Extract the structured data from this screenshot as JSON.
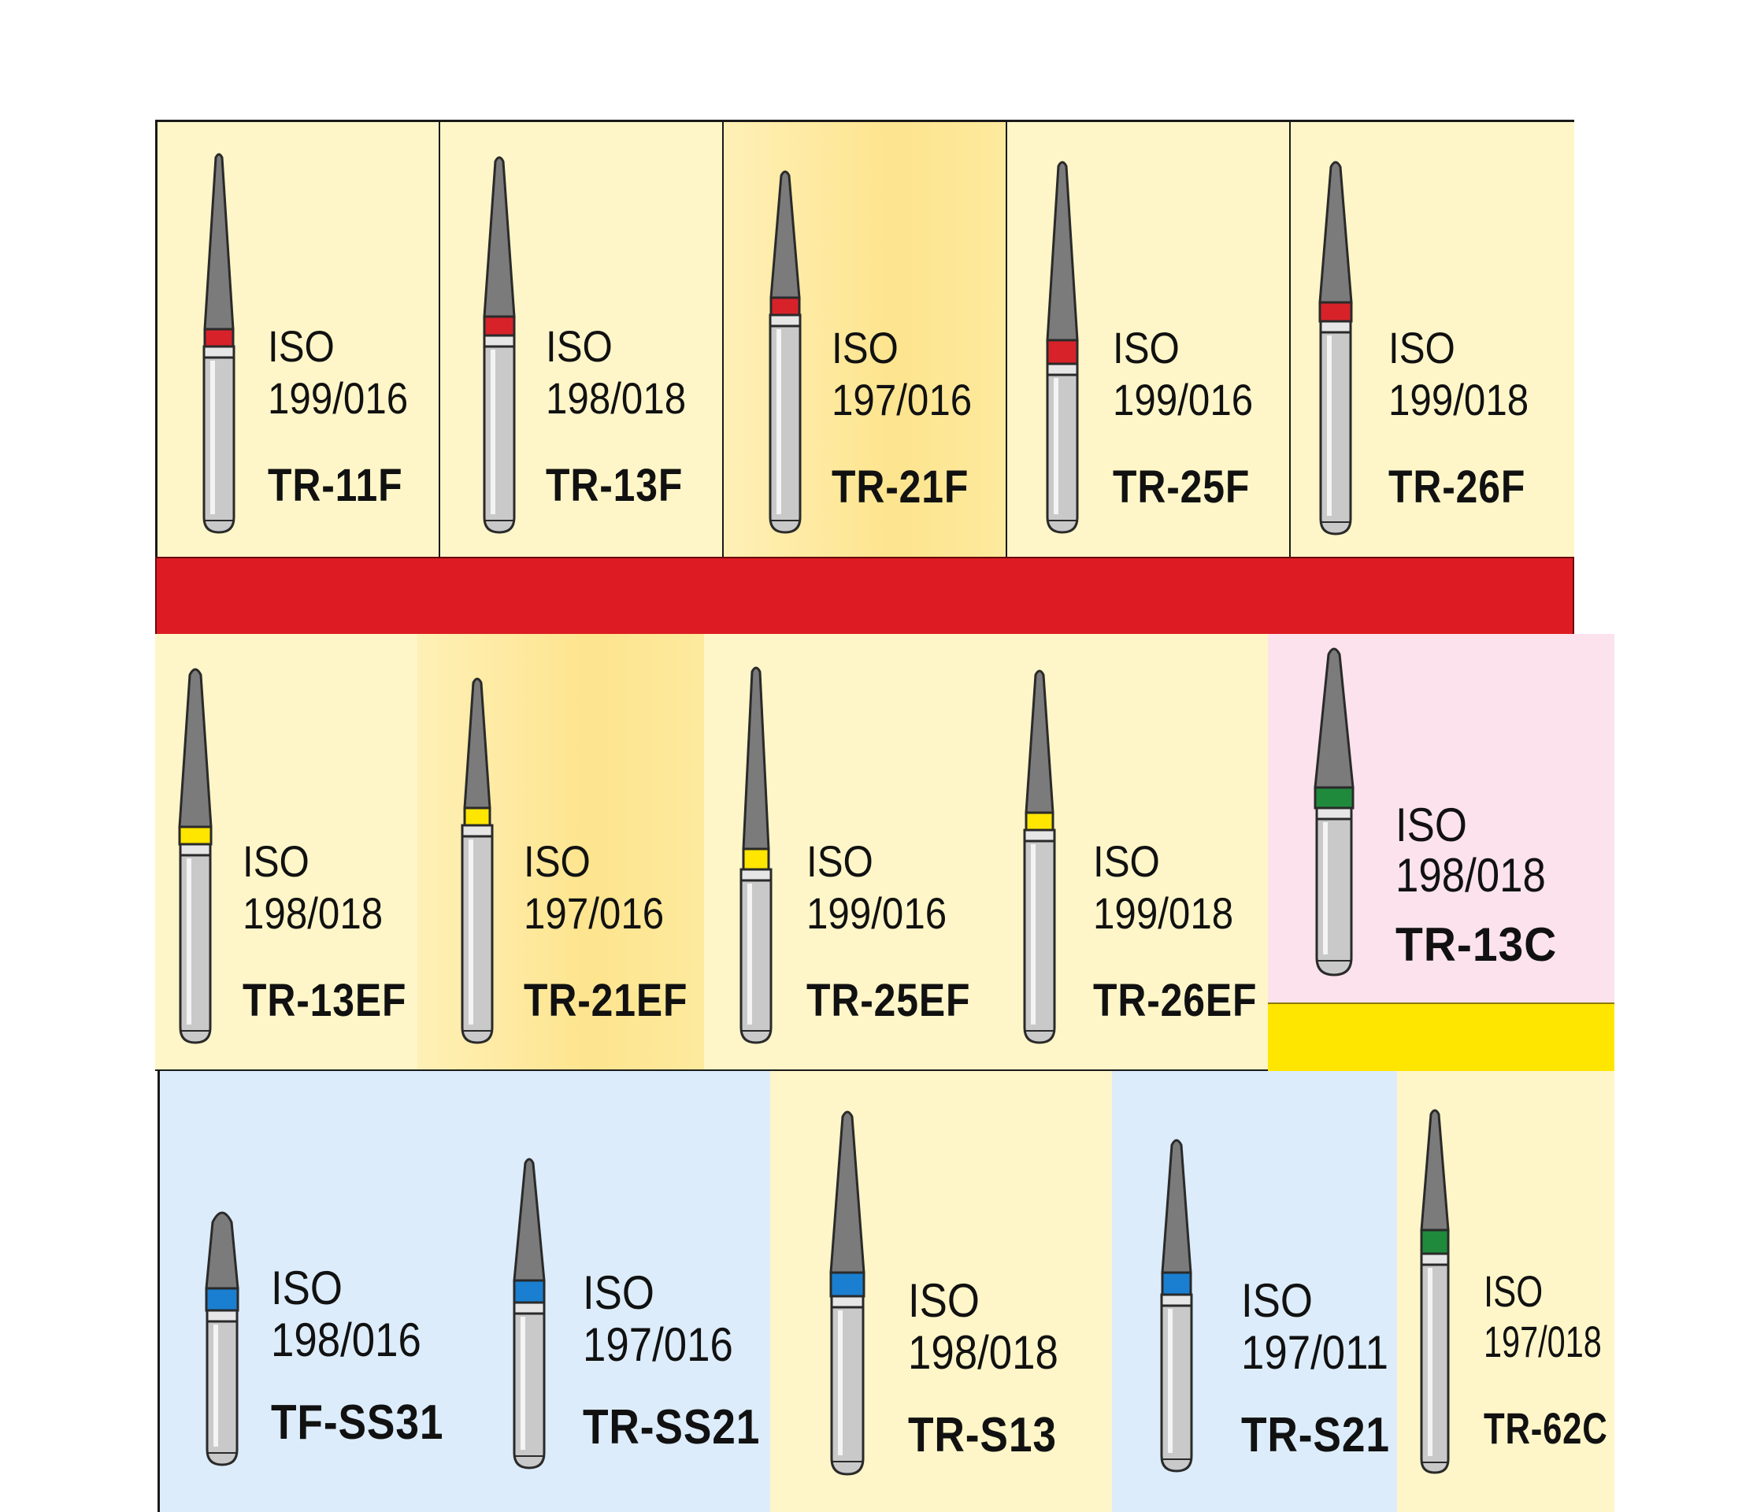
{
  "colors": {
    "panel_yellow": "#fef6c8",
    "panel_gold": "#fde79a",
    "panel_blue": "#dcecfa",
    "panel_pink": "#fbe2ec",
    "band_red": "#dc1c22",
    "band_yellow": "#ffe600",
    "bur_head": "#7b7b7b",
    "bur_shank": "#c9c9c9",
    "ring_red": "#d8222a",
    "ring_yellow": "#ffe600",
    "ring_green": "#1f8a3c",
    "ring_blue": "#1a7fd0"
  },
  "rows": [
    {
      "band": "red",
      "items": [
        {
          "iso_label": "ISO",
          "iso_number": "199/016",
          "code": "TR-11F",
          "ring": "red"
        },
        {
          "iso_label": "ISO",
          "iso_number": "198/018",
          "code": "TR-13F",
          "ring": "red"
        },
        {
          "iso_label": "ISO",
          "iso_number": "197/016",
          "code": "TR-21F",
          "ring": "red"
        },
        {
          "iso_label": "ISO",
          "iso_number": "199/016",
          "code": "TR-25F",
          "ring": "red"
        },
        {
          "iso_label": "ISO",
          "iso_number": "199/018",
          "code": "TR-26F",
          "ring": "red"
        }
      ]
    },
    {
      "band": "yellow",
      "items": [
        {
          "iso_label": "ISO",
          "iso_number": "198/018",
          "code": "TR-13EF",
          "ring": "yellow"
        },
        {
          "iso_label": "ISO",
          "iso_number": "197/016",
          "code": "TR-21EF",
          "ring": "yellow"
        },
        {
          "iso_label": "ISO",
          "iso_number": "199/016",
          "code": "TR-25EF",
          "ring": "yellow"
        },
        {
          "iso_label": "ISO",
          "iso_number": "199/018",
          "code": "TR-26EF",
          "ring": "yellow"
        },
        {
          "iso_label": "ISO",
          "iso_number": "198/018",
          "code": "TR-13C",
          "ring": "green"
        }
      ]
    },
    {
      "band": "none",
      "items": [
        {
          "iso_label": "ISO",
          "iso_number": "198/016",
          "code": "TF-SS31",
          "ring": "blue"
        },
        {
          "iso_label": "ISO",
          "iso_number": "197/016",
          "code": "TR-SS21",
          "ring": "blue"
        },
        {
          "iso_label": "ISO",
          "iso_number": "198/018",
          "code": "TR-S13",
          "ring": "blue"
        },
        {
          "iso_label": "ISO",
          "iso_number": "197/011",
          "code": "TR-S21",
          "ring": "blue"
        },
        {
          "iso_label": "ISO",
          "iso_number": "197/018",
          "code": "TR-62C",
          "ring": "green"
        }
      ]
    }
  ]
}
